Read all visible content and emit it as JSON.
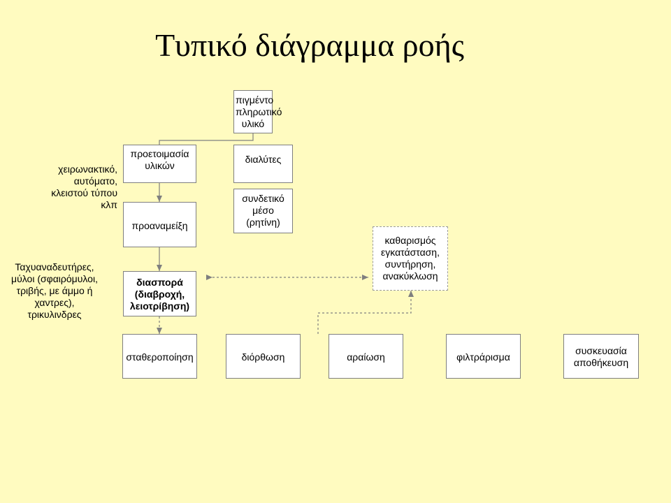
{
  "title": "Τυπικό διάγραμμα ροής",
  "boxes": {
    "pigment": "πιγμέντο\nπληρωτικό\nυλικό",
    "preparation": "προετοιμασία\nυλικών",
    "premixing": "προαναμείξη",
    "dispersion": "διασπορά\n(διαβροχή,\nλειοτρίβηση)",
    "solvents": "διαλύτες",
    "binder": "συνδετικό\nμέσο\n(ρητίνη)",
    "cleaning": "καθαρισμός\nεγκατάσταση,\nσυντήρηση,\nανακύκλωση",
    "stabilization": "σταθεροποίηση",
    "correction": "διόρθωση",
    "dilution": "αραίωση",
    "filtering": "φιλτράρισμα",
    "packaging": "συσκευασία\nαποθήκευση"
  },
  "notes": {
    "mixers": "χειρωνακτικό,\nαυτόματο,\nκλειστού τύπου\nκλπ",
    "mills": "Ταχυαναδευτήρες,\nμύλοι (σφαιρόμυλοι,\nτριβής, με άμμο ή\nχαντρες),\nτρικυλινδρες"
  },
  "colors": {
    "background": "#fffbc0",
    "box_fill": "#ffffff",
    "box_border": "#7f7f7f",
    "connector": "#7f7f7f"
  }
}
